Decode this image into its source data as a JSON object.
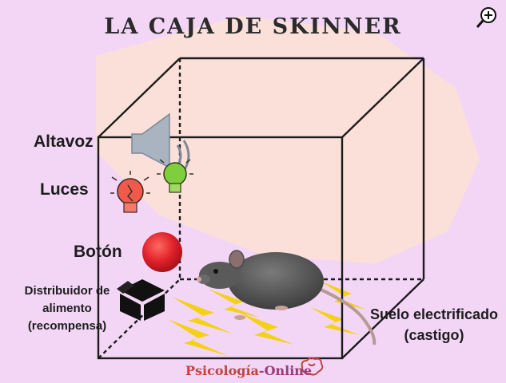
{
  "title": "LA CAJA DE SKINNER",
  "labels": {
    "altavoz": "Altavoz",
    "luces": "Luces",
    "boton": "Botón",
    "distribuidor_line1": "Distribuidor de",
    "distribuidor_line2": "alimento",
    "distribuidor_line3": "(recompensa)",
    "suelo_line1": "Suelo electrificado",
    "suelo_line2": "(castigo)"
  },
  "brand": {
    "part1": "Psicología",
    "part2": "-Online"
  },
  "icons": {
    "zoom": "zoom-in-icon",
    "speaker": "speaker-icon",
    "bulb_red": "lightbulb-icon",
    "bulb_green": "lightbulb-icon",
    "button": "red-button",
    "food": "box-icon",
    "rat": "rat",
    "bolts": "lightning-icon",
    "brain": "brain-icon"
  },
  "colors": {
    "background": "#f3d6f6",
    "blob": "#fbe0d8",
    "red_button": "#e0202a",
    "bolt": "#f4d117",
    "bulb_red": "#ef5a4a",
    "bulb_green": "#7fcf3d",
    "brand": "#c0453e"
  }
}
